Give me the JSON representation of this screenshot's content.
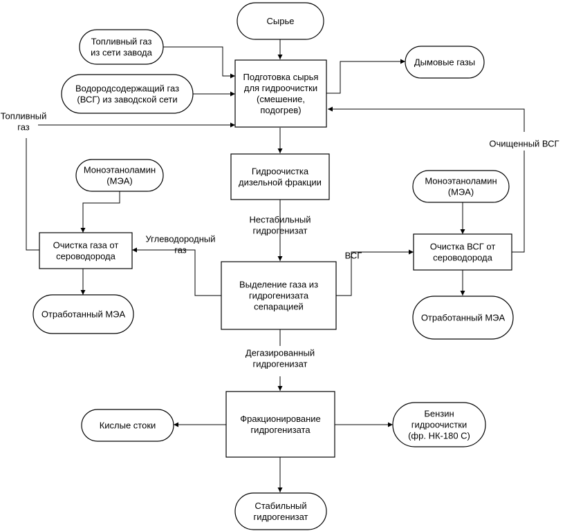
{
  "nodes": {
    "feed": [
      "Сырье"
    ],
    "fuel_gas_plant": [
      "Топливный газ",
      "из сети завода"
    ],
    "hydrogen_gas": [
      "Водородсодержащий газ",
      "(ВСГ) из заводской сети"
    ],
    "prep": [
      "Подготовка сырья",
      "для гидроочистки",
      "(смешение,",
      "подогрев)"
    ],
    "flue_gas": [
      "Дымовые газы"
    ],
    "hydrotreat": [
      "Гидроочистка",
      "дизельной фракции"
    ],
    "mea_left": [
      "Моноэтаноламин",
      "(МЭА)"
    ],
    "gas_clean": [
      "Очистка газа от",
      "сероводорода"
    ],
    "spent_mea_left": [
      "Отработанный МЭА"
    ],
    "separation": [
      "Выделение газа из",
      "гидрогенизата",
      "сепарацией"
    ],
    "mea_right": [
      "Моноэтаноламин",
      "(МЭА)"
    ],
    "vsg_clean": [
      "Очистка ВСГ от",
      "сероводорода"
    ],
    "spent_mea_right": [
      "Отработанный МЭА"
    ],
    "fractionation": [
      "Фракционирование",
      "гидрогенизата"
    ],
    "acid_water": [
      "Кислые стоки"
    ],
    "gasoline": [
      "Бензин",
      "гидроочистки",
      "(фр. НК-180 С)"
    ],
    "stable": [
      "Стабильный",
      "гидрогенизат"
    ]
  },
  "edge_labels": {
    "fuel_gas": [
      "Топливный",
      "газ"
    ],
    "unstable": [
      "Нестабильный",
      "гидрогенизат"
    ],
    "hydrocarbon_gas": [
      "Углеводородный",
      "газ"
    ],
    "vsg": [
      "ВСГ"
    ],
    "purified_vsg": [
      "Очищенный ВСГ"
    ],
    "degassed": [
      "Дегазированный",
      "гидрогенизат"
    ]
  }
}
